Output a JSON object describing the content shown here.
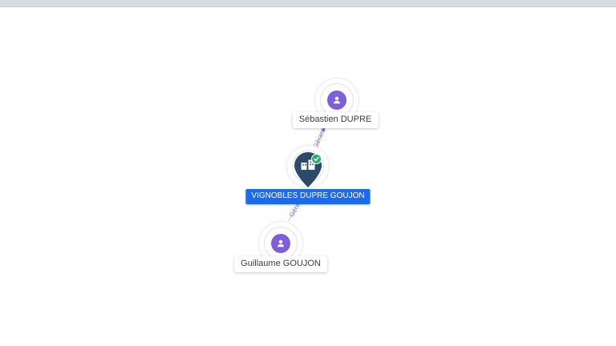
{
  "topbar": {
    "color": "#d8dbe0"
  },
  "graph": {
    "nodes": [
      {
        "id": "sebastien-dupre",
        "type": "person",
        "label": "Sébastien DUPRE"
      },
      {
        "id": "vignobles-dupre-goujon",
        "type": "company",
        "label": "VIGNOBLES DUPRE GOUJON",
        "verified": true
      },
      {
        "id": "guillaume-goujon",
        "type": "person",
        "label": "Guillaume GOUJON"
      }
    ],
    "edges": [
      {
        "from": "Sébastien DUPRE",
        "to": "VIGNOBLES DUPRE GOUJON",
        "label": "Gérant"
      },
      {
        "from": "Guillaume GOUJON",
        "to": "VIGNOBLES DUPRE GOUJON",
        "label": "Gérant"
      }
    ]
  },
  "icons": {
    "person": "person-icon",
    "company": "building-icon",
    "verified": "check-icon"
  },
  "colors": {
    "person_node": "#7e5fd9",
    "company_pin": "#2b4a68",
    "company_label_bg": "#1b6af0",
    "verified_badge": "#24b26b",
    "edge_line": "#cccccc",
    "edge_label": "#7a6ad8",
    "top_bar": "#d8dbe0"
  }
}
